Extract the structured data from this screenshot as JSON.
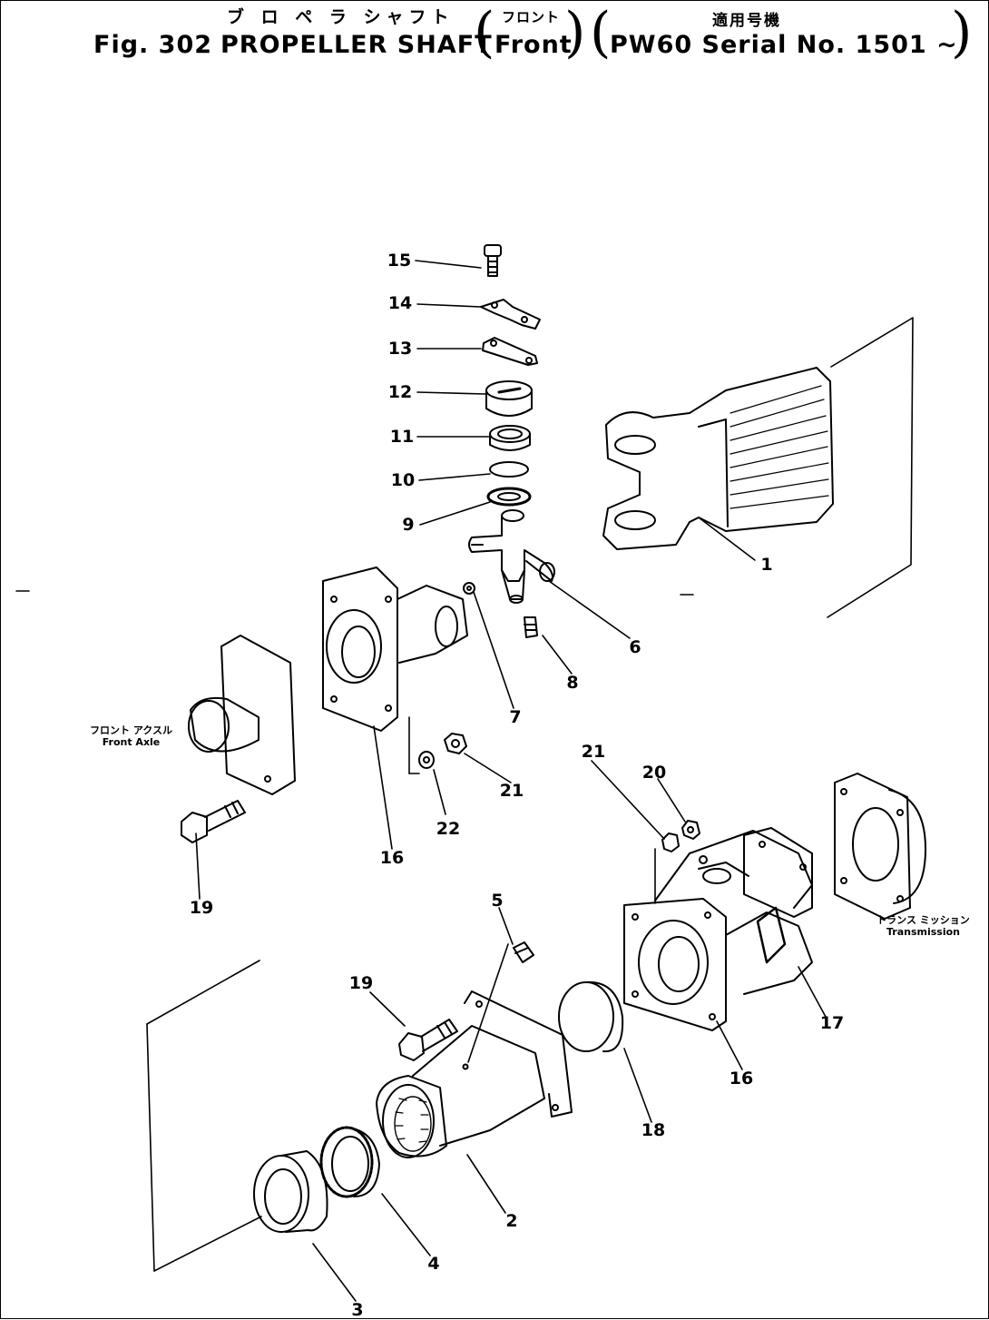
{
  "header": {
    "jp_title": "ブ ロ ペ ラ シャフト",
    "jp_front": "フロント",
    "jp_applicable": "適用号機",
    "fig": "Fig. 302",
    "title": "PROPELLER SHAFT",
    "front": "Front",
    "serial": "PW60 Serial No. 1501 ~"
  },
  "callouts": {
    "p1": "1",
    "p2": "2",
    "p3": "3",
    "p4": "4",
    "p5": "5",
    "p6": "6",
    "p7": "7",
    "p8": "8",
    "p9": "9",
    "p10": "10",
    "p11": "11",
    "p12": "12",
    "p13": "13",
    "p14": "14",
    "p15": "15",
    "p16a": "16",
    "p16b": "16",
    "p17": "17",
    "p18": "18",
    "p19a": "19",
    "p19b": "19",
    "p20": "20",
    "p21a": "21",
    "p21b": "21",
    "p22": "22"
  },
  "notes": {
    "front_axle_jp": "フロント アクスル",
    "front_axle_en": "Front Axle",
    "transmission_jp": "トランス ミッション",
    "transmission_en": "Transmission"
  }
}
